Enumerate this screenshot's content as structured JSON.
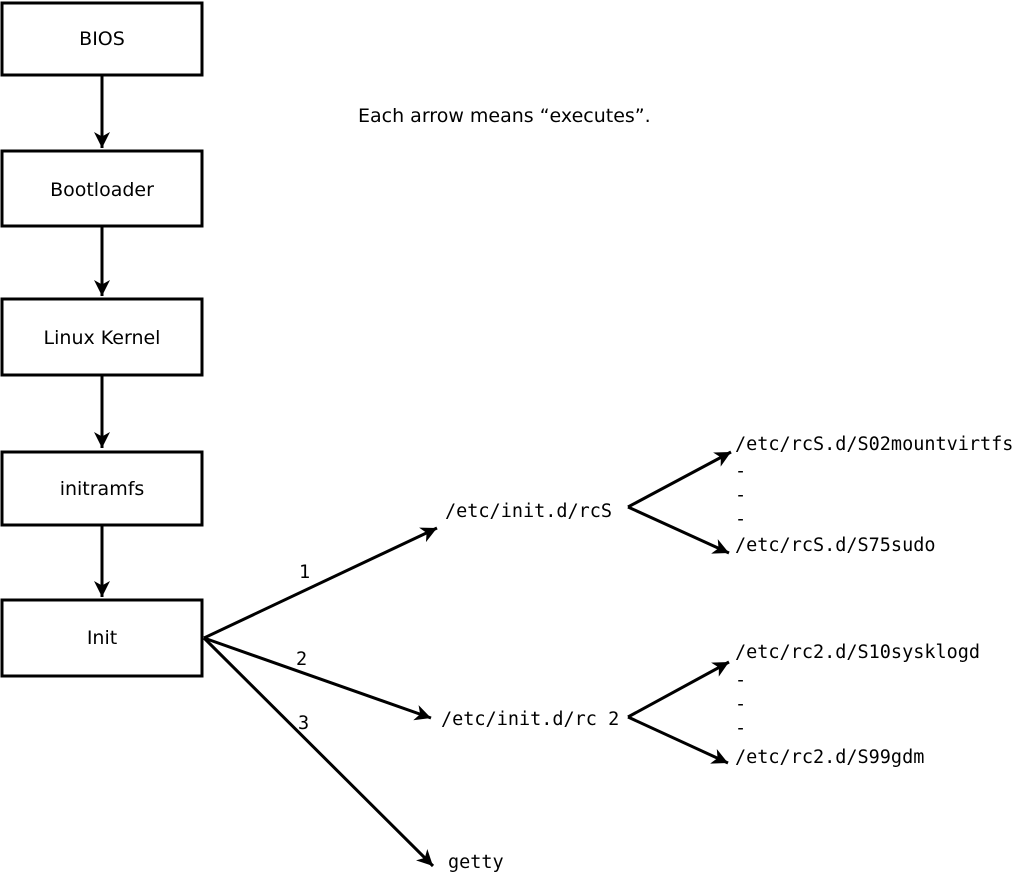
{
  "note": {
    "text": "Each arrow means “executes”."
  },
  "boot_sequence": [
    {
      "label": "BIOS"
    },
    {
      "label": "Bootloader"
    },
    {
      "label": "Linux Kernel"
    },
    {
      "label": "initramfs"
    },
    {
      "label": "Init"
    }
  ],
  "branches": [
    {
      "number": "1",
      "target": "/etc/init.d/rcS"
    },
    {
      "number": "2",
      "target": "/etc/init.d/rc 2"
    },
    {
      "number": "3",
      "target": "getty"
    }
  ],
  "fanouts": [
    {
      "entries": [
        "/etc/rcS.d/S02mountvirtfs",
        "-",
        "-",
        "-",
        "/etc/rcS.d/S75sudo"
      ]
    },
    {
      "entries": [
        "/etc/rc2.d/S10sysklogd",
        "-",
        "-",
        "-",
        "/etc/rc2.d/S99gdm"
      ]
    }
  ],
  "colors": {
    "line": "#000000",
    "text": "#000000",
    "box_fill": "#ffffff",
    "background": "#ffffff"
  }
}
